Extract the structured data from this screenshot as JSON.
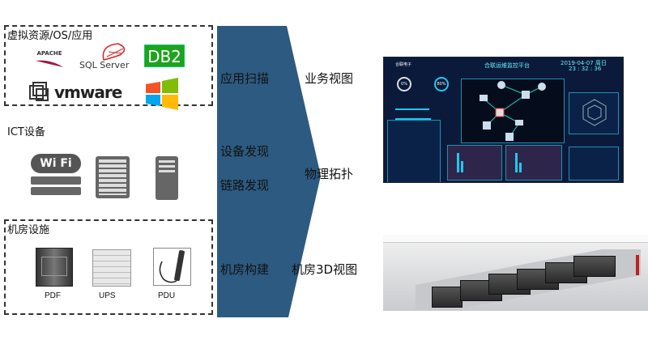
{
  "sections": {
    "virtual": {
      "title": "虚拟资源/OS/应用",
      "logos": [
        "APACHE",
        "SQL Server",
        "DB2",
        "vmware",
        "windows-icon"
      ]
    },
    "ict": {
      "title": "ICT设备",
      "items": [
        "wifi-router-icon",
        "server-rack-icon",
        "tower-server-icon"
      ],
      "wifi_text": "Wi Fi"
    },
    "room": {
      "title": "机房设施",
      "items": [
        {
          "label": "PDF"
        },
        {
          "label": "UPS"
        },
        {
          "label": "PDU"
        }
      ]
    }
  },
  "arrow": {
    "color": "#2d5a80",
    "steps": [
      "应用扫描",
      "设备发现",
      "链路发现",
      "机房构建"
    ]
  },
  "outputs": [
    "业务视图",
    "物理拓扑",
    "机房3D视图"
  ],
  "dashboard": {
    "brand": "合联电子",
    "title": "合联运维监控平台",
    "date": "2019-04-07 周日",
    "time": "23 : 32 : 36",
    "gauges": [
      "0%",
      "80%"
    ]
  }
}
